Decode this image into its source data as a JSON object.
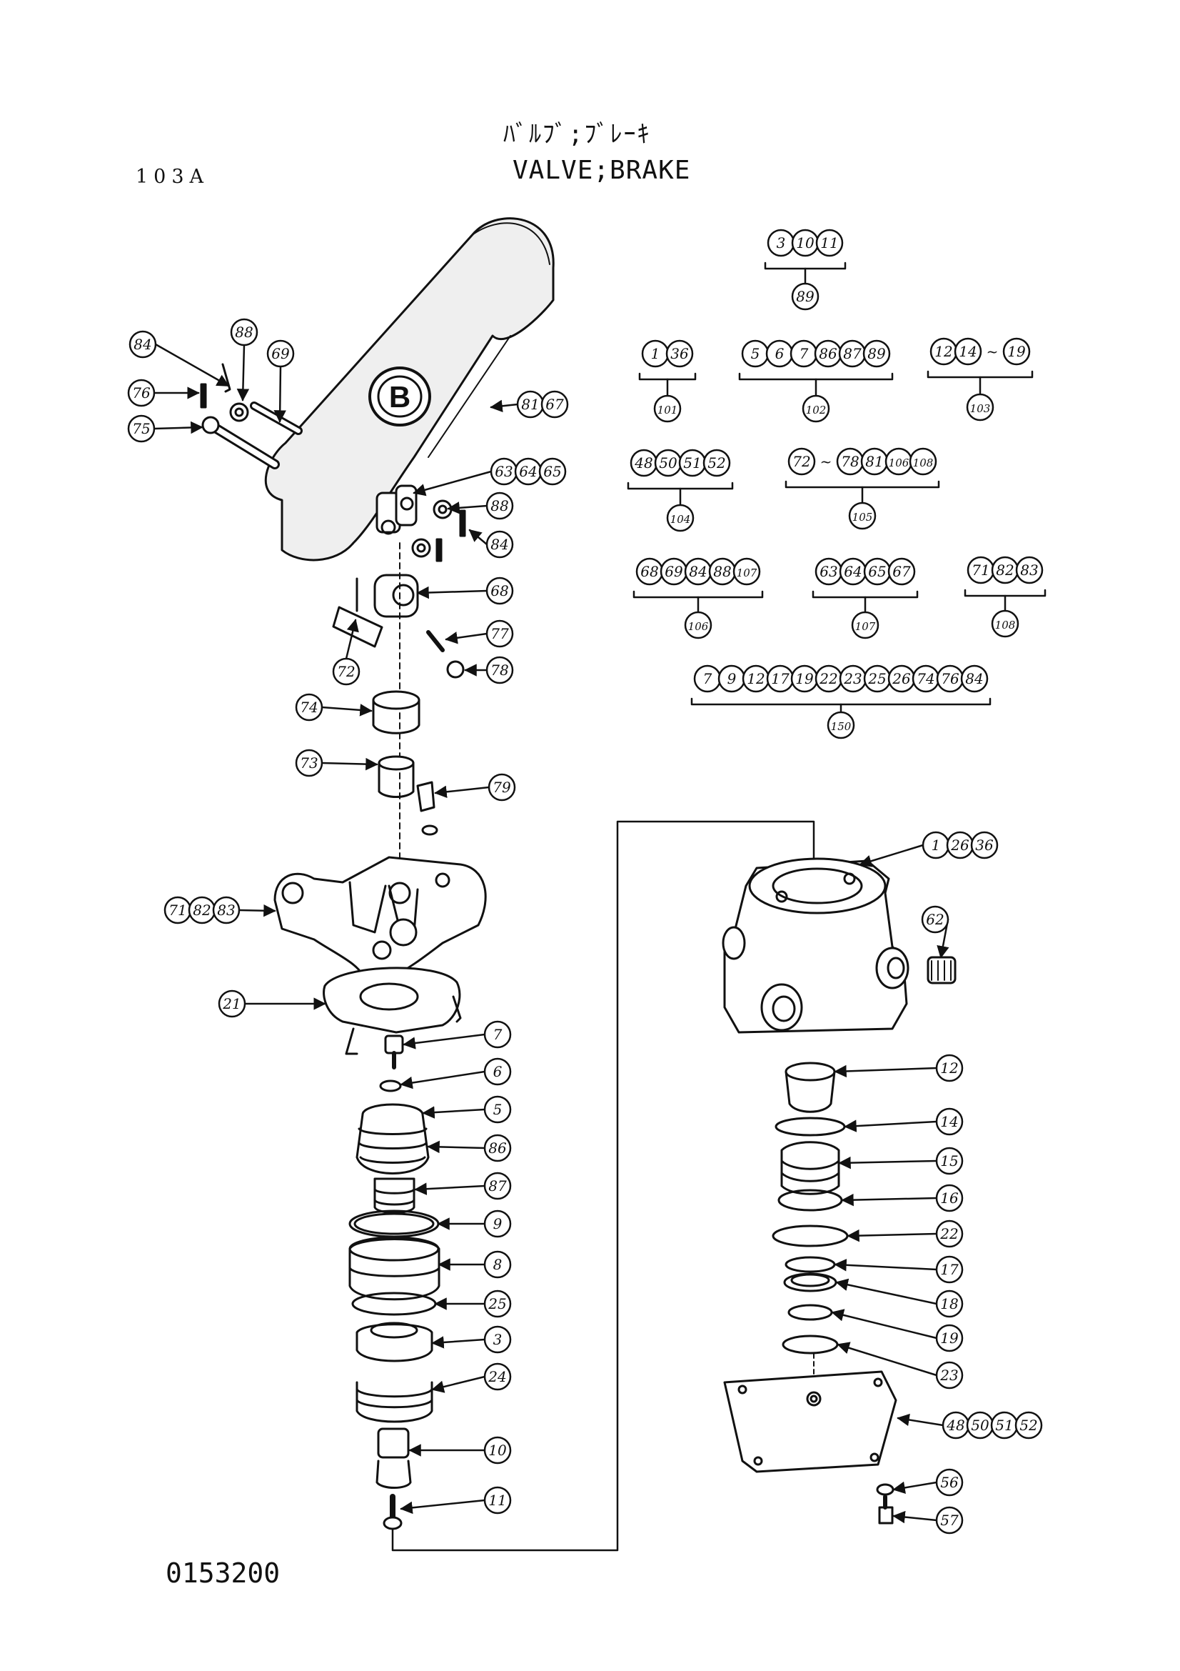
{
  "header": {
    "title_jp": "ﾊﾞﾙﾌﾞ;ﾌﾞﾚｰｷ",
    "title_en": "VALVE;BRAKE",
    "page_code": "103A"
  },
  "footer": {
    "drawing_number": "0153200"
  },
  "pedal_emblem": "B",
  "callouts": [
    {
      "id": "c84a",
      "labels": [
        "84"
      ]
    },
    {
      "id": "c88a",
      "labels": [
        "88"
      ]
    },
    {
      "id": "c69",
      "labels": [
        "69"
      ]
    },
    {
      "id": "c76",
      "labels": [
        "76"
      ]
    },
    {
      "id": "c75",
      "labels": [
        "75"
      ]
    },
    {
      "id": "c81",
      "labels": [
        "81",
        "67"
      ]
    },
    {
      "id": "c63",
      "labels": [
        "63",
        "64",
        "65"
      ]
    },
    {
      "id": "c88b",
      "labels": [
        "88"
      ]
    },
    {
      "id": "c84b",
      "labels": [
        "84"
      ]
    },
    {
      "id": "c68",
      "labels": [
        "68"
      ]
    },
    {
      "id": "c77",
      "labels": [
        "77"
      ]
    },
    {
      "id": "c78",
      "labels": [
        "78"
      ]
    },
    {
      "id": "c72",
      "labels": [
        "72"
      ]
    },
    {
      "id": "c74",
      "labels": [
        "74"
      ]
    },
    {
      "id": "c73",
      "labels": [
        "73"
      ]
    },
    {
      "id": "c79",
      "labels": [
        "79"
      ]
    },
    {
      "id": "c71",
      "labels": [
        "71",
        "82",
        "83"
      ]
    },
    {
      "id": "c21",
      "labels": [
        "21"
      ]
    },
    {
      "id": "c7",
      "labels": [
        "7"
      ]
    },
    {
      "id": "c6",
      "labels": [
        "6"
      ]
    },
    {
      "id": "c5",
      "labels": [
        "5"
      ]
    },
    {
      "id": "c86",
      "labels": [
        "86"
      ]
    },
    {
      "id": "c87",
      "labels": [
        "87"
      ]
    },
    {
      "id": "c9",
      "labels": [
        "9"
      ]
    },
    {
      "id": "c8",
      "labels": [
        "8"
      ]
    },
    {
      "id": "c25",
      "labels": [
        "25"
      ]
    },
    {
      "id": "c3",
      "labels": [
        "3"
      ]
    },
    {
      "id": "c24",
      "labels": [
        "24"
      ]
    },
    {
      "id": "c10",
      "labels": [
        "10"
      ]
    },
    {
      "id": "c11",
      "labels": [
        "11"
      ]
    },
    {
      "id": "c1",
      "labels": [
        "1",
        "26",
        "36"
      ]
    },
    {
      "id": "c62",
      "labels": [
        "62"
      ]
    },
    {
      "id": "c12",
      "labels": [
        "12"
      ]
    },
    {
      "id": "c14",
      "labels": [
        "14"
      ]
    },
    {
      "id": "c15",
      "labels": [
        "15"
      ]
    },
    {
      "id": "c16",
      "labels": [
        "16"
      ]
    },
    {
      "id": "c22",
      "labels": [
        "22"
      ]
    },
    {
      "id": "c17",
      "labels": [
        "17"
      ]
    },
    {
      "id": "c18",
      "labels": [
        "18"
      ]
    },
    {
      "id": "c19",
      "labels": [
        "19"
      ]
    },
    {
      "id": "c23",
      "labels": [
        "23"
      ]
    },
    {
      "id": "c48",
      "labels": [
        "48",
        "50",
        "51",
        "52"
      ]
    },
    {
      "id": "c56",
      "labels": [
        "56"
      ]
    },
    {
      "id": "c57",
      "labels": [
        "57"
      ]
    }
  ],
  "kit_groups": [
    {
      "id": "g89",
      "items": [
        "3",
        "10",
        "11"
      ],
      "result": "89"
    },
    {
      "id": "g101",
      "items": [
        "1",
        "36"
      ],
      "result": "101"
    },
    {
      "id": "g102",
      "items": [
        "5",
        "6",
        "7",
        "86",
        "87",
        "89"
      ],
      "result": "102"
    },
    {
      "id": "g103",
      "items": [
        "12",
        "14",
        "~",
        "19"
      ],
      "result": "103"
    },
    {
      "id": "g104",
      "items": [
        "48",
        "50",
        "51",
        "52"
      ],
      "result": "104"
    },
    {
      "id": "g105",
      "items": [
        "72",
        "~",
        "78",
        "81",
        "106",
        "108"
      ],
      "result": "105"
    },
    {
      "id": "g106",
      "items": [
        "68",
        "69",
        "84",
        "88",
        "107"
      ],
      "result": "106"
    },
    {
      "id": "g107",
      "items": [
        "63",
        "64",
        "65",
        "67"
      ],
      "result": "107"
    },
    {
      "id": "g108",
      "items": [
        "71",
        "82",
        "83"
      ],
      "result": "108"
    },
    {
      "id": "g150",
      "items": [
        "7",
        "9",
        "12",
        "17",
        "19",
        "22",
        "23",
        "25",
        "26",
        "74",
        "76",
        "84"
      ],
      "result": "150"
    }
  ]
}
